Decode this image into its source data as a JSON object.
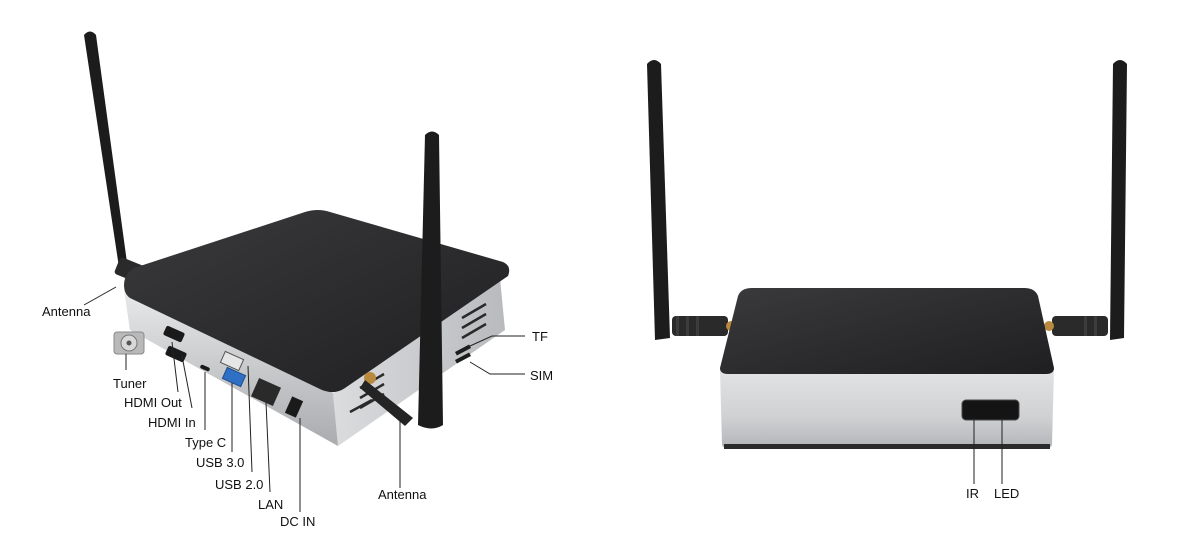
{
  "colors": {
    "top_shell": "#2c2c2e",
    "aluminum_body": "#c9cbcd",
    "antenna": "#1c1c1c",
    "label_text": "#111111",
    "background": "#ffffff"
  },
  "rear_view": {
    "labels": {
      "antenna_left": "Antenna",
      "tuner": "Tuner",
      "hdmi_out": "HDMI Out",
      "hdmi_in": "HDMI In",
      "type_c": "Type C",
      "usb3": "USB 3.0",
      "usb2": "USB 2.0",
      "lan": "LAN",
      "dc_in": "DC IN",
      "antenna_right": "Antenna",
      "tf": "TF",
      "sim": "SIM"
    }
  },
  "front_view": {
    "labels": {
      "ir": "IR",
      "led": "LED"
    }
  }
}
